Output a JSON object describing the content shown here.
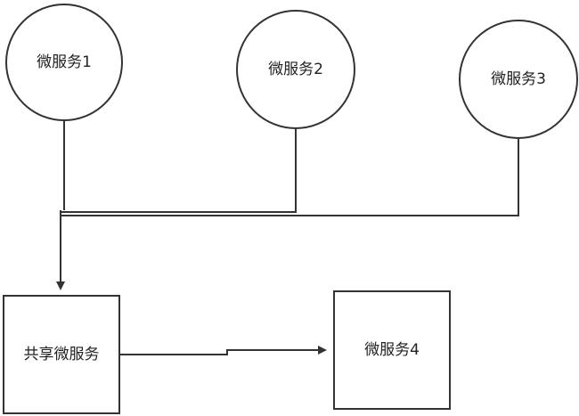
{
  "diagram": {
    "nodes": [
      {
        "id": "ms1",
        "label": "微服务1",
        "shape": "circle"
      },
      {
        "id": "ms2",
        "label": "微服务2",
        "shape": "circle"
      },
      {
        "id": "ms3",
        "label": "微服务3",
        "shape": "circle"
      },
      {
        "id": "shared",
        "label": "共享微服务",
        "shape": "rectangle"
      },
      {
        "id": "ms4",
        "label": "微服务4",
        "shape": "rectangle"
      }
    ],
    "edges": [
      {
        "from": "ms1",
        "to": "shared",
        "arrow": true
      },
      {
        "from": "ms2",
        "to": "shared",
        "arrow": true
      },
      {
        "from": "ms3",
        "to": "shared",
        "arrow": true
      },
      {
        "from": "shared",
        "to": "ms4",
        "arrow": true
      }
    ],
    "stroke_color": "#333333",
    "fill_color": "#ffffff"
  }
}
